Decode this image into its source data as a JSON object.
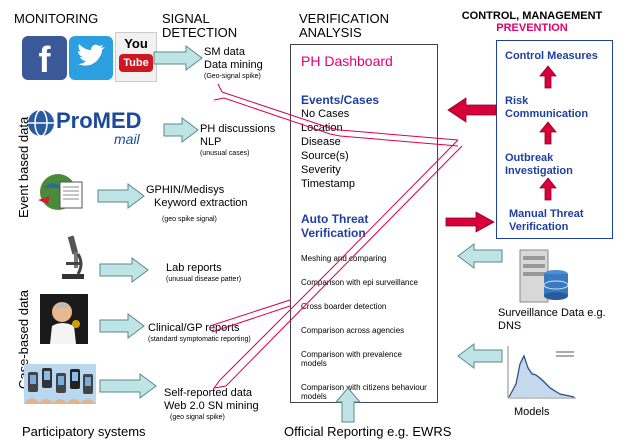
{
  "headers": {
    "monitoring": "MONITORING",
    "signal_detection_1": "SIGNAL",
    "signal_detection_2": "DETECTION",
    "verification_1": "VERIFICATION",
    "verification_2": "ANALYSIS",
    "control_1": "CONTROL, MANAGEMENT",
    "control_2": "PREVENTION"
  },
  "side_labels": {
    "event_based": "Event based data",
    "case_based": "Case-based data"
  },
  "sources": [
    {
      "line1": "SM data",
      "line2": "Data mining",
      "note": "(Geo-signal spike)"
    },
    {
      "line1": "PH discussions",
      "line2": "NLP",
      "note": "(unusual cases)"
    },
    {
      "line1": "GPHIN/Medisys",
      "line2": "Keyword extraction",
      "note": "(geo spike signal)"
    },
    {
      "line1": "Lab reports",
      "line2": "",
      "note": "(unusual disease patter)"
    },
    {
      "line1": "Clinical/GP reports",
      "line2": "",
      "note": "(standard symptomatic reporting)"
    },
    {
      "line1": "Self-reported data",
      "line2": "Web 2.0 SN mining",
      "note": "(geo signal spike)"
    }
  ],
  "logos": {
    "youtube_top": "You",
    "youtube_bottom": "Tube",
    "promed_1": "ProMED",
    "promed_2": "mail"
  },
  "dashboard": {
    "title": "PH Dashboard",
    "events_header": "Events/Cases",
    "events": [
      "No Cases",
      "Location",
      "Disease",
      "Source(s)",
      "Severity",
      "Timestamp"
    ],
    "auto_header": "Auto Threat Verification",
    "auto_items": [
      "Meshing and comparing",
      "Comparison with epi surveillance",
      "Cross boarder detection",
      "Comparison across agencies",
      "Comparison with prevalence models",
      "Comparison with citizens behaviour models"
    ]
  },
  "control": [
    "Control Measures",
    "Risk Communication",
    "Outbreak Investigation",
    "Manual Threat Verification"
  ],
  "right_labels": {
    "surveillance": "Surveillance Data e.g. DNS",
    "models": "Models"
  },
  "footer": {
    "participatory": "Participatory systems",
    "official": "Official Reporting e.g. EWRS"
  },
  "colors": {
    "accent_blue": "#1f3fa0",
    "dashboard_pink": "#e0006f",
    "arrow_fill": "#bfe4e6",
    "arrow_stroke": "#5a8a8c",
    "red_arrow": "#d8003a"
  }
}
